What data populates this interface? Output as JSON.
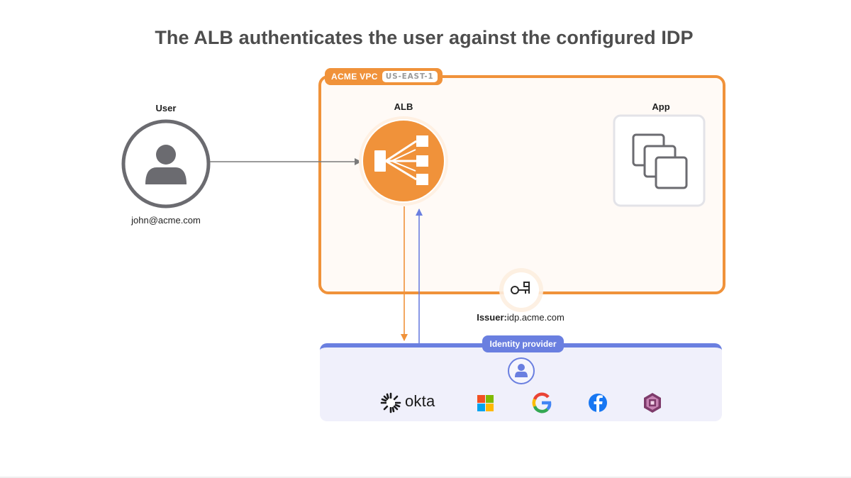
{
  "title": "The ALB authenticates the user against the configured IDP",
  "vpc": {
    "name": "ACME VPC",
    "region": "US-EAST-1"
  },
  "nodes": {
    "user": {
      "label": "User",
      "email": "john@acme.com",
      "icon": "user-icon"
    },
    "alb": {
      "label": "ALB",
      "icon": "load-balancer-icon"
    },
    "app": {
      "label": "App",
      "icon": "app-instances-icon"
    }
  },
  "issuer": {
    "key": "Issuer:",
    "value": "idp.acme.com",
    "icon": "key-icon"
  },
  "identity_provider": {
    "label": "Identity provider",
    "icon": "identity-user-icon",
    "providers": [
      {
        "name": "okta",
        "icon": "okta-logo"
      },
      {
        "name": "Microsoft",
        "icon": "microsoft-logo"
      },
      {
        "name": "Google",
        "icon": "google-logo"
      },
      {
        "name": "Facebook",
        "icon": "facebook-logo"
      },
      {
        "name": "Amazon Cognito",
        "icon": "cognito-logo"
      }
    ]
  },
  "colors": {
    "accent": "#f0923a",
    "idp": "#6a7fe0",
    "arrow_user": "#7a7a7a",
    "icon_gray": "#6b6b70"
  }
}
